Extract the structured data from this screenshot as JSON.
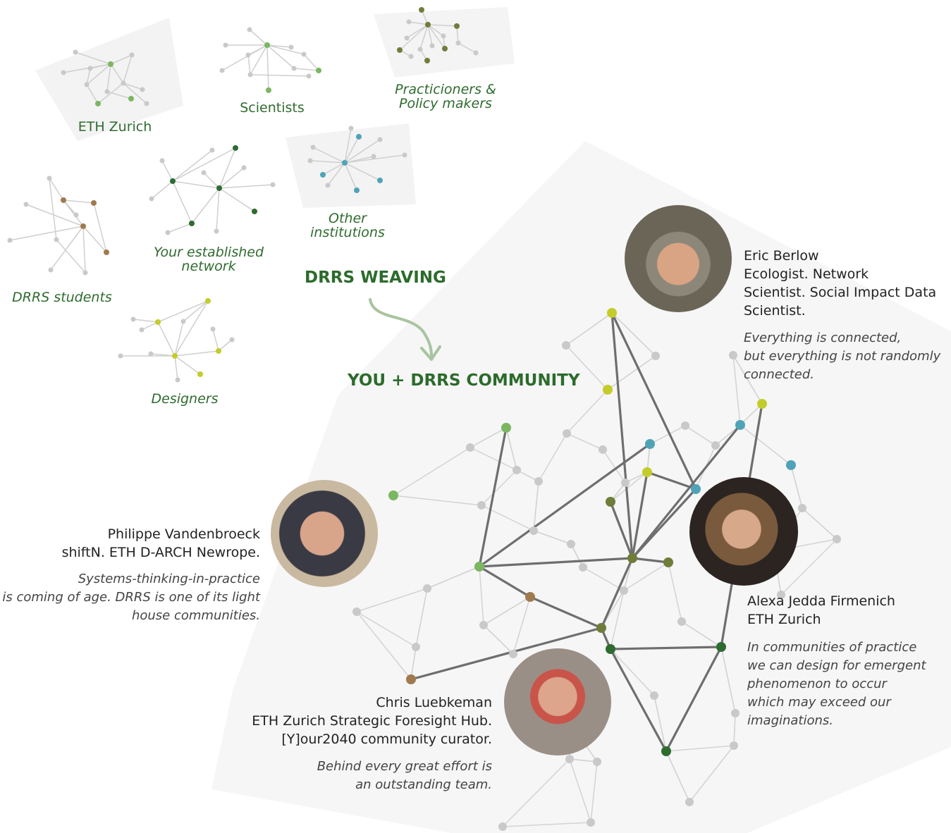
{
  "groups": {
    "eth": "ETH Zurich",
    "scientists": "Scientists",
    "practitioners_1": "Practicioners &",
    "practitioners_2": "Policy makers",
    "students": "DRRS students",
    "network_1": "Your established",
    "network_2": "network",
    "institutions_1": "Other",
    "institutions_2": "institutions",
    "designers": "Designers"
  },
  "weaving": "DRRS WEAVING",
  "community": "YOU + DRRS COMMUNITY",
  "people": {
    "eric": {
      "name": [
        "Eric Berlow",
        "Ecologist. Network",
        "Scientist. Social Impact Data",
        "Scientist."
      ],
      "quote": [
        "Everything is connected,",
        "but everything is not randomly",
        "connected."
      ]
    },
    "philippe": {
      "name": [
        "Philippe Vandenbroeck",
        "shiftN. ETH D-ARCH Newrope."
      ],
      "quote": [
        "Systems-thinking-in-practice",
        "is coming of age. DRRS is one of its light",
        "house communities."
      ]
    },
    "alexa": {
      "name": [
        "Alexa Jedda Firmenich",
        "ETH Zurich"
      ],
      "quote": [
        "In communities of practice",
        "we can design for emergent",
        "phenomenon to occur",
        "which may exceed our",
        "imaginations."
      ]
    },
    "chris": {
      "name": [
        "Chris Luebkeman",
        "ETH Zurich Strategic Foresight Hub.",
        "[Y]our2040 community curator."
      ],
      "quote": [
        "Behind every great effort is",
        "an outstanding team."
      ]
    }
  },
  "colors": {
    "green_text": "#2f6b2f",
    "node_gray": "#c9c9c9",
    "node_green": "#7bb661",
    "node_dark_green": "#2e6b30",
    "node_olive": "#6f7d3a",
    "node_teal": "#4fa3b8",
    "node_lime": "#c4cc2a",
    "node_brown": "#a07a4e"
  }
}
